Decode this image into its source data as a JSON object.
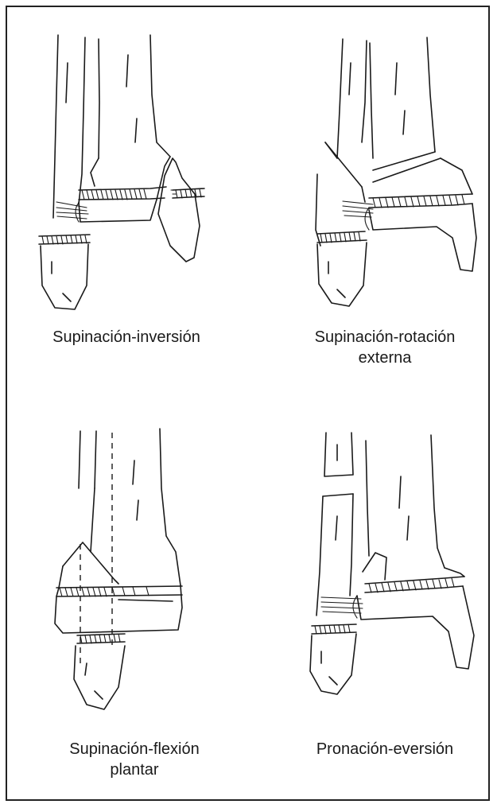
{
  "figure": {
    "panels": [
      {
        "id": "supination-inversion",
        "caption_lines": [
          "Supinación-inversión"
        ]
      },
      {
        "id": "supination-external-rotation",
        "caption_lines": [
          "Supinación-rotación",
          "externa"
        ]
      },
      {
        "id": "supination-plantar-flexion",
        "caption_lines": [
          "Supinación-flexión",
          "plantar"
        ]
      },
      {
        "id": "pronation-eversion",
        "caption_lines": [
          "Pronación-eversión"
        ]
      }
    ]
  }
}
